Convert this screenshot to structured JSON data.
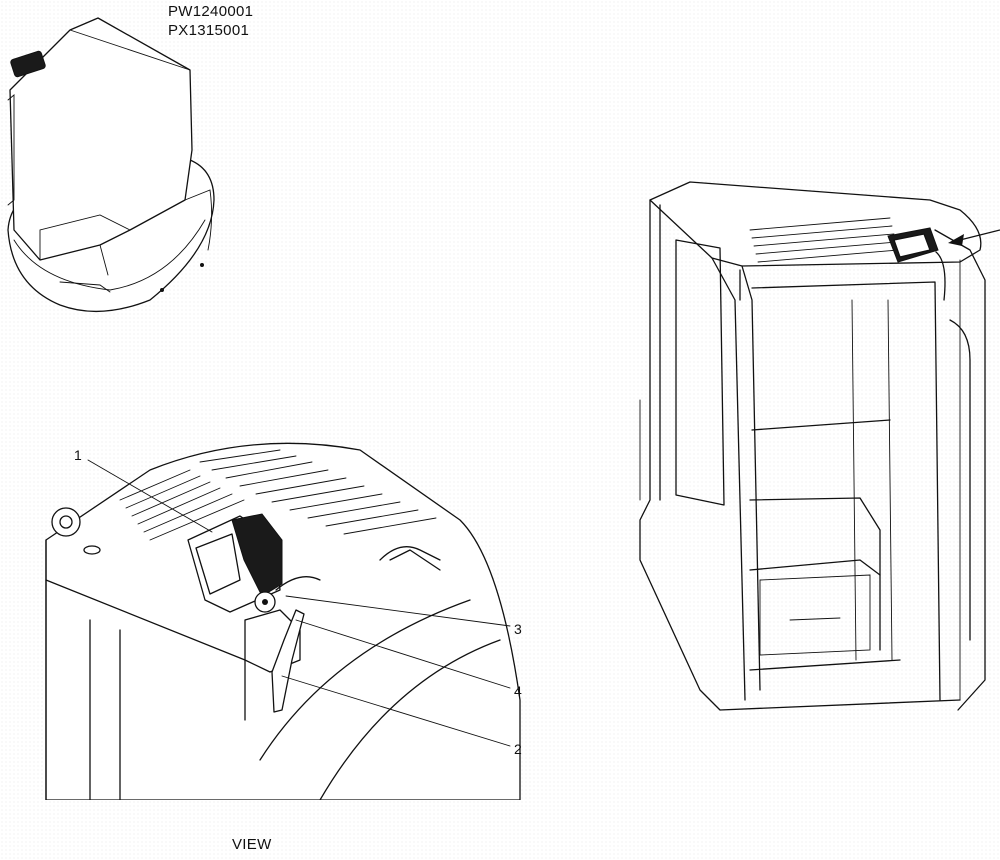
{
  "serial_numbers": [
    "PW1240001",
    "PX1315001"
  ],
  "view_label": "VIEW",
  "callouts": {
    "c1": "1",
    "c2": "2",
    "c3": "3",
    "c4": "4"
  },
  "icons": {
    "machine_thumbnail": "excavator-upper-structure-icon",
    "direction_arrow": "view-direction-arrow-icon"
  }
}
